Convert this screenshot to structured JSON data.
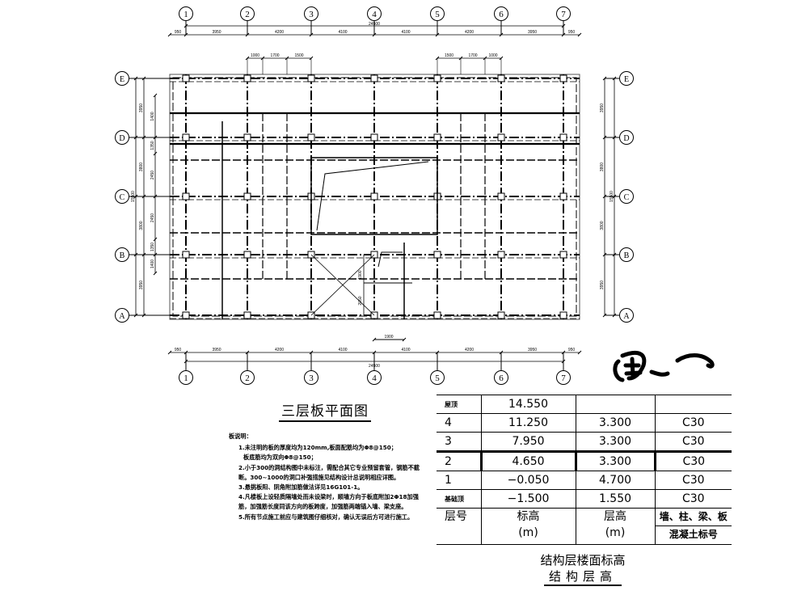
{
  "drawing": {
    "title": "三层板平面图",
    "axes_x": [
      "1",
      "2",
      "3",
      "4",
      "5",
      "6",
      "7"
    ],
    "axes_y": [
      "A",
      "B",
      "C",
      "D",
      "E"
    ],
    "dims_x": [
      "950",
      "3950",
      "4200",
      "4100",
      "4100",
      "4200",
      "3950",
      "950"
    ],
    "dims_x_total": "24500",
    "dims_x_sub_left": [
      "1000",
      "1700",
      "1500"
    ],
    "dims_x_sub_right": [
      "1500",
      "1700",
      "1000"
    ],
    "dims_y": [
      "3950",
      "3800",
      "3800",
      "3950"
    ],
    "dims_y_total": "15500",
    "dims_y_sub": [
      "1400",
      "1350",
      "2450",
      "2450",
      "1350",
      "1400"
    ],
    "dims_stair": [
      "1900",
      "2050"
    ],
    "dims_opening": "1900",
    "signature": "田一"
  },
  "notes": {
    "heading": "板说明：",
    "lines": [
      "1.未注明的板的厚度均为120mm,板面配筋均为Φ8@150；",
      "板底筋均为双向Φ8@150；",
      "2.小于300的洞结构图中未标注，需配合其它专业预留套管，钢筋不截",
      "断。300~1000的洞口补强措施见结构设计总说明相应详图。",
      "3.悬挑板阳、阴角附加筋做法详见16G101-1。",
      "4.凡楼板上设轻质隔墙处而未设梁时，顺墙方向于板底附加2Φ18加强",
      "筋，加强筋长度同该方向的板跨度，加强筋两端锚入墙、梁支座。",
      "5.所有节点施工前应与建筑图仔细核对，确认无误后方可进行施工。"
    ]
  },
  "level_table": {
    "rows": [
      {
        "floor": "屋顶",
        "elev": "14.550",
        "height": "",
        "grade": ""
      },
      {
        "floor": "4",
        "elev": "11.250",
        "height": "3.300",
        "grade": "C30"
      },
      {
        "floor": "3",
        "elev": "7.950",
        "height": "3.300",
        "grade": "C30"
      },
      {
        "floor": "2",
        "elev": "4.650",
        "height": "3.300",
        "grade": "C30"
      },
      {
        "floor": "1",
        "elev": "−0.050",
        "height": "4.700",
        "grade": "C30"
      },
      {
        "floor": "基础顶",
        "elev": "−1.500",
        "height": "1.550",
        "grade": "C30"
      }
    ],
    "headers": {
      "floor": "层号",
      "elev": "标高",
      "elev_unit": "(m)",
      "height": "层高",
      "height_unit": "(m)",
      "grade": "墙、柱、梁、板",
      "grade2": "混凝土标号"
    },
    "caption1": "结构层楼面标高",
    "caption2": "结构层高"
  }
}
